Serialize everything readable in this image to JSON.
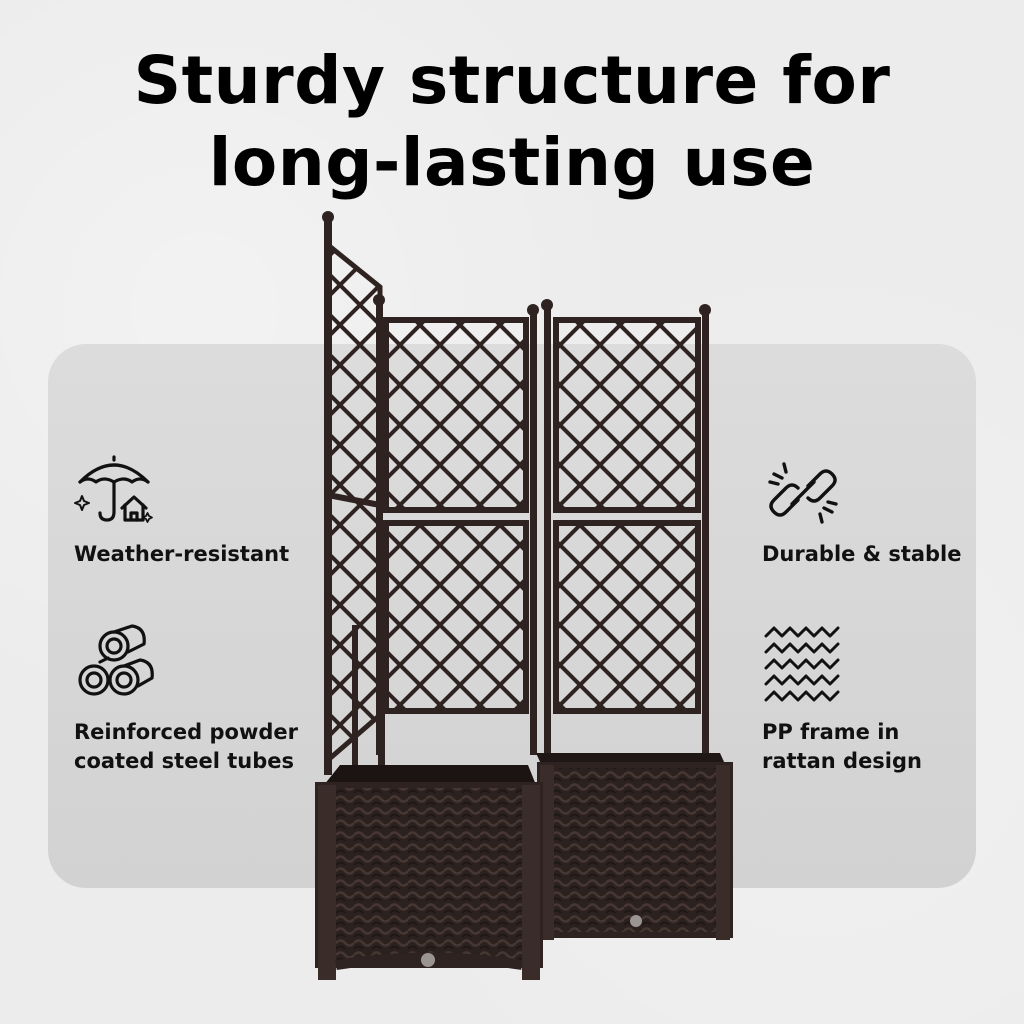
{
  "headline": {
    "line1": "Sturdy structure for",
    "line2": "long-lasting use"
  },
  "features": {
    "weather": {
      "label": "Weather-resistant",
      "icon": "umbrella-house-icon"
    },
    "reinforced": {
      "label_line1": "Reinforced powder",
      "label_line2": "coated steel tubes",
      "icon": "steel-tubes-icon"
    },
    "durable": {
      "label": "Durable & stable",
      "icon": "chain-link-icon"
    },
    "pp": {
      "label_line1": "PP frame in",
      "label_line2": "rattan design",
      "icon": "rattan-weave-icon"
    }
  },
  "colors": {
    "background": "#ececec",
    "panel": "#d6d6d6",
    "text": "#000000",
    "product_brown": "#2e2320"
  }
}
